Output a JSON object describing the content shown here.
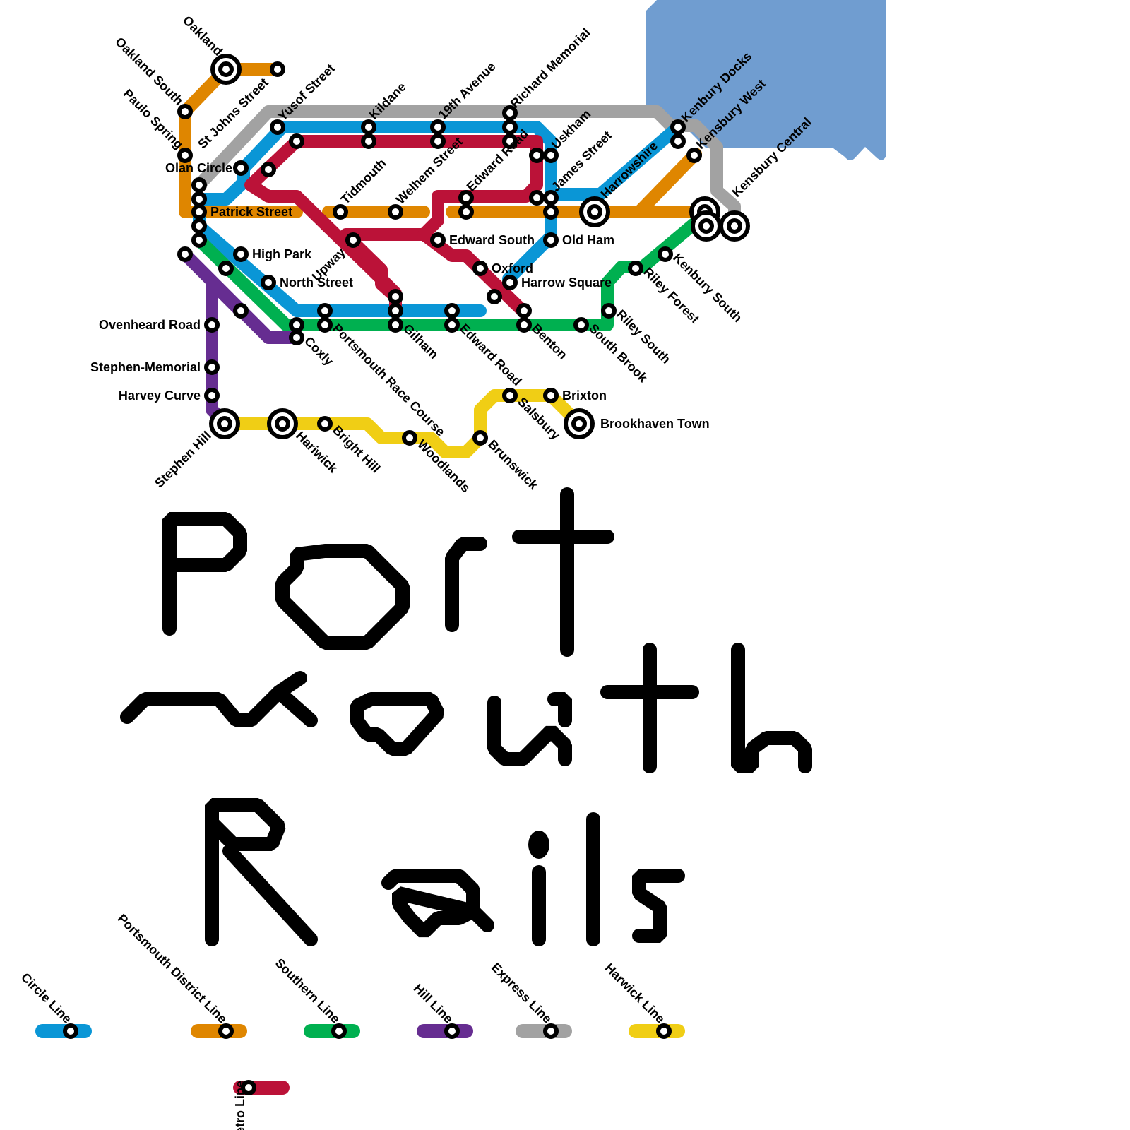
{
  "map": {
    "title_lines": [
      "Port",
      "mouth",
      "Rails"
    ],
    "title_text": "Portmouth Rails",
    "water_color": "#709dd0",
    "lines": [
      {
        "id": "circle",
        "name": "Circle Line",
        "color": "#0a96d6"
      },
      {
        "id": "district",
        "name": "Portsmouth District Line",
        "color": "#df8600"
      },
      {
        "id": "metro",
        "name": "Metro Line",
        "color": "#bb1238"
      },
      {
        "id": "southern",
        "name": "Southern Line",
        "color": "#00b050"
      },
      {
        "id": "hill",
        "name": "Hill Line",
        "color": "#662d91"
      },
      {
        "id": "express",
        "name": "Express Line",
        "color": "#a2a2a2"
      },
      {
        "id": "harwick",
        "name": "Harwick Line",
        "color": "#f0ce15"
      }
    ],
    "stations": [
      {
        "name": "Oakland",
        "interchange": true
      },
      {
        "name": "Oakland South",
        "interchange": false
      },
      {
        "name": "Paulo Spring",
        "interchange": false
      },
      {
        "name": "St Johns Street",
        "interchange": false
      },
      {
        "name": "Yusof Street",
        "interchange": false
      },
      {
        "name": "Olan Circle",
        "interchange": false
      },
      {
        "name": "Patrick Street",
        "interchange": false
      },
      {
        "name": "Kildane",
        "interchange": false
      },
      {
        "name": "19th Avenue",
        "interchange": false
      },
      {
        "name": "Richard Memorial",
        "interchange": false
      },
      {
        "name": "Tidmouth",
        "interchange": false
      },
      {
        "name": "Welhem Street",
        "interchange": false
      },
      {
        "name": "Edward Road",
        "interchange": false
      },
      {
        "name": "Uskham",
        "interchange": false
      },
      {
        "name": "James Street",
        "interchange": false
      },
      {
        "name": "Harrowshire",
        "interchange": true
      },
      {
        "name": "Kenbury Docks",
        "interchange": false
      },
      {
        "name": "Kensbury West",
        "interchange": false
      },
      {
        "name": "Kensbury Central",
        "interchange": true
      },
      {
        "name": "Upway",
        "interchange": false
      },
      {
        "name": "Edward South",
        "interchange": false
      },
      {
        "name": "Old Ham",
        "interchange": false
      },
      {
        "name": "High Park",
        "interchange": false
      },
      {
        "name": "North Street",
        "interchange": false
      },
      {
        "name": "Oxford",
        "interchange": false
      },
      {
        "name": "Harrow Square",
        "interchange": false
      },
      {
        "name": "Ovenheard Road",
        "interchange": false
      },
      {
        "name": "Coxly",
        "interchange": false
      },
      {
        "name": "Portsmouth Race Course",
        "interchange": false
      },
      {
        "name": "Gilham",
        "interchange": false
      },
      {
        "name": "Edward Road",
        "interchange": false
      },
      {
        "name": "Benton",
        "interchange": false
      },
      {
        "name": "South Brook",
        "interchange": false
      },
      {
        "name": "Riley South",
        "interchange": false
      },
      {
        "name": "Riley Forest",
        "interchange": false
      },
      {
        "name": "Kenbury South",
        "interchange": false
      },
      {
        "name": "Stephen-Memorial",
        "interchange": false
      },
      {
        "name": "Harvey Curve",
        "interchange": false
      },
      {
        "name": "Stephen Hill",
        "interchange": true
      },
      {
        "name": "Hariwick",
        "interchange": true
      },
      {
        "name": "Bright Hill",
        "interchange": false
      },
      {
        "name": "Woodlands",
        "interchange": false
      },
      {
        "name": "Brunswick",
        "interchange": false
      },
      {
        "name": "Salsbury",
        "interchange": false
      },
      {
        "name": "Brixton",
        "interchange": false
      },
      {
        "name": "Brookhaven Town",
        "interchange": true
      }
    ]
  }
}
